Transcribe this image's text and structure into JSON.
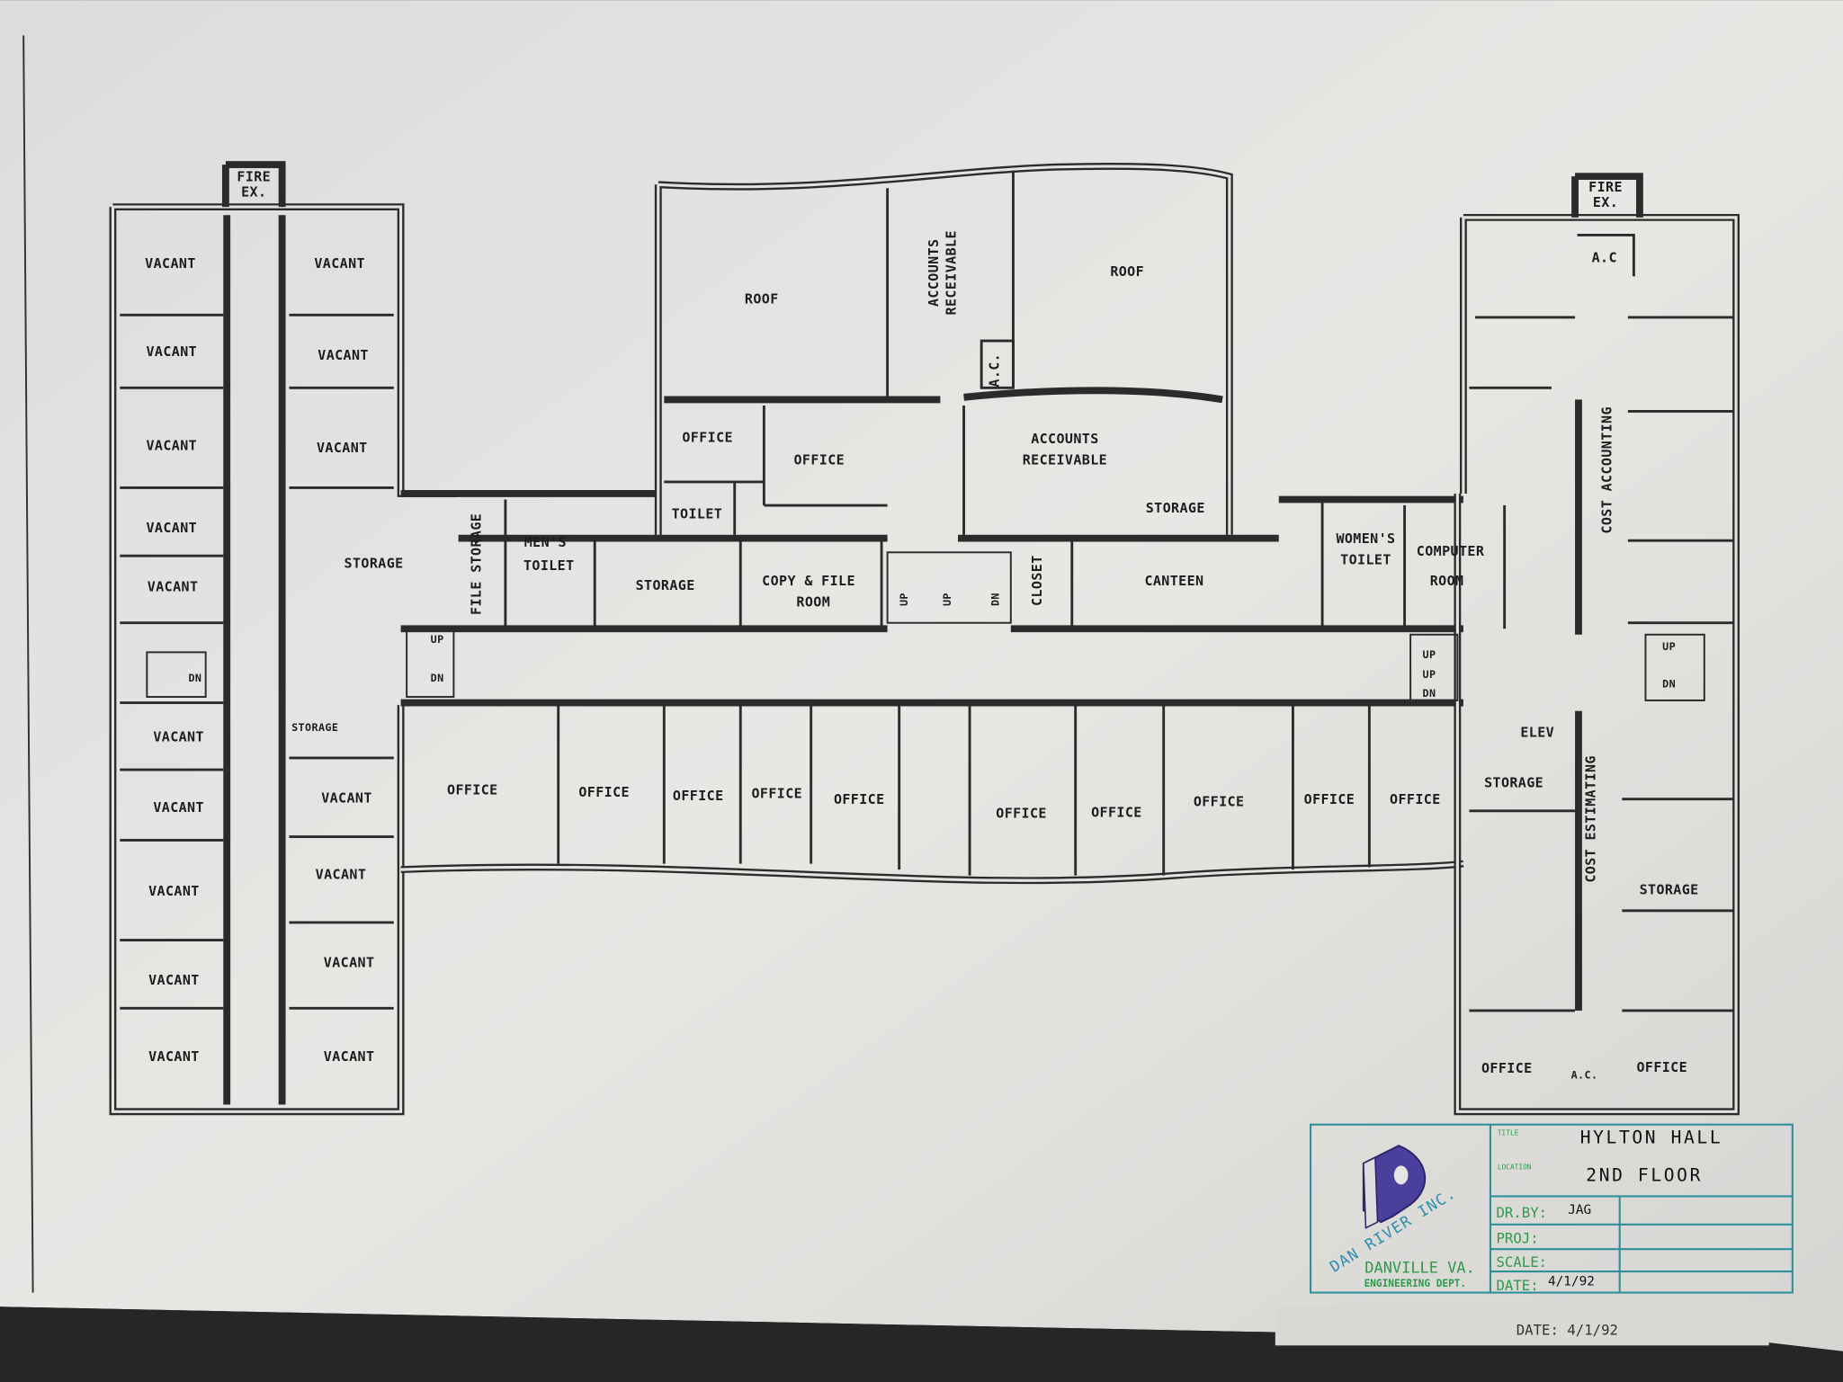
{
  "fire_exit_left": [
    "FIRE",
    "EX."
  ],
  "fire_exit_right": [
    "FIRE",
    "EX."
  ],
  "rooms": [
    "VACANT",
    "VACANT",
    "VACANT",
    "VACANT",
    "VACANT",
    "VACANT",
    "VACANT",
    "VACANT",
    "STORAGE",
    "FILE STORAGE",
    "MEN'S",
    "TOILET",
    "STORAGE",
    "COPY & FILE",
    "ROOM",
    "ROOF",
    "ACCOUNTS",
    "RECEIVABLE",
    "ROOF",
    "A.C.",
    "OFFICE",
    "OFFICE",
    "TOILET",
    "ACCOUNTS",
    "RECEIVABLE",
    "STORAGE",
    "CLOSET",
    "CANTEEN",
    "WOMEN'S",
    "TOILET",
    "COMPUTER",
    "ROOM",
    "A.C",
    "COST ACCOUNTING",
    "ELEV",
    "STORAGE",
    "COST ESTIMATING",
    "STORAGE",
    "OFFICE",
    "A.C.",
    "OFFICE",
    "STORAGE",
    "VACANT",
    "VACANT",
    "VACANT",
    "VACANT",
    "VACANT",
    "VACANT",
    "VACANT",
    "VACANT",
    "VACANT",
    "OFFICE",
    "OFFICE",
    "OFFICE",
    "OFFICE",
    "OFFICE",
    "OFFICE",
    "OFFICE",
    "OFFICE",
    "OFFICE",
    "OFFICE"
  ],
  "stairs": [
    "DN",
    "UP",
    "DN",
    "UP",
    "UP",
    "DN",
    "UP",
    "DN",
    "UP",
    "DN",
    "UP"
  ],
  "title_block": {
    "company": "DAN RIVER INC.",
    "city": "DANVILLE VA.",
    "dept": "ENGINEERING DEPT.",
    "title_label": "TITLE",
    "title": "HYLTON HALL",
    "location_label": "LOCATION",
    "location": "2ND FLOOR",
    "drawn_by_label": "DR.BY:",
    "drawn_by": "JAG",
    "project_label": "PROJ:",
    "scale_label": "SCALE:",
    "date_label": "DATE:",
    "date": "4/1/92"
  },
  "underlying_sheet_date": "DATE: 4/1/92"
}
